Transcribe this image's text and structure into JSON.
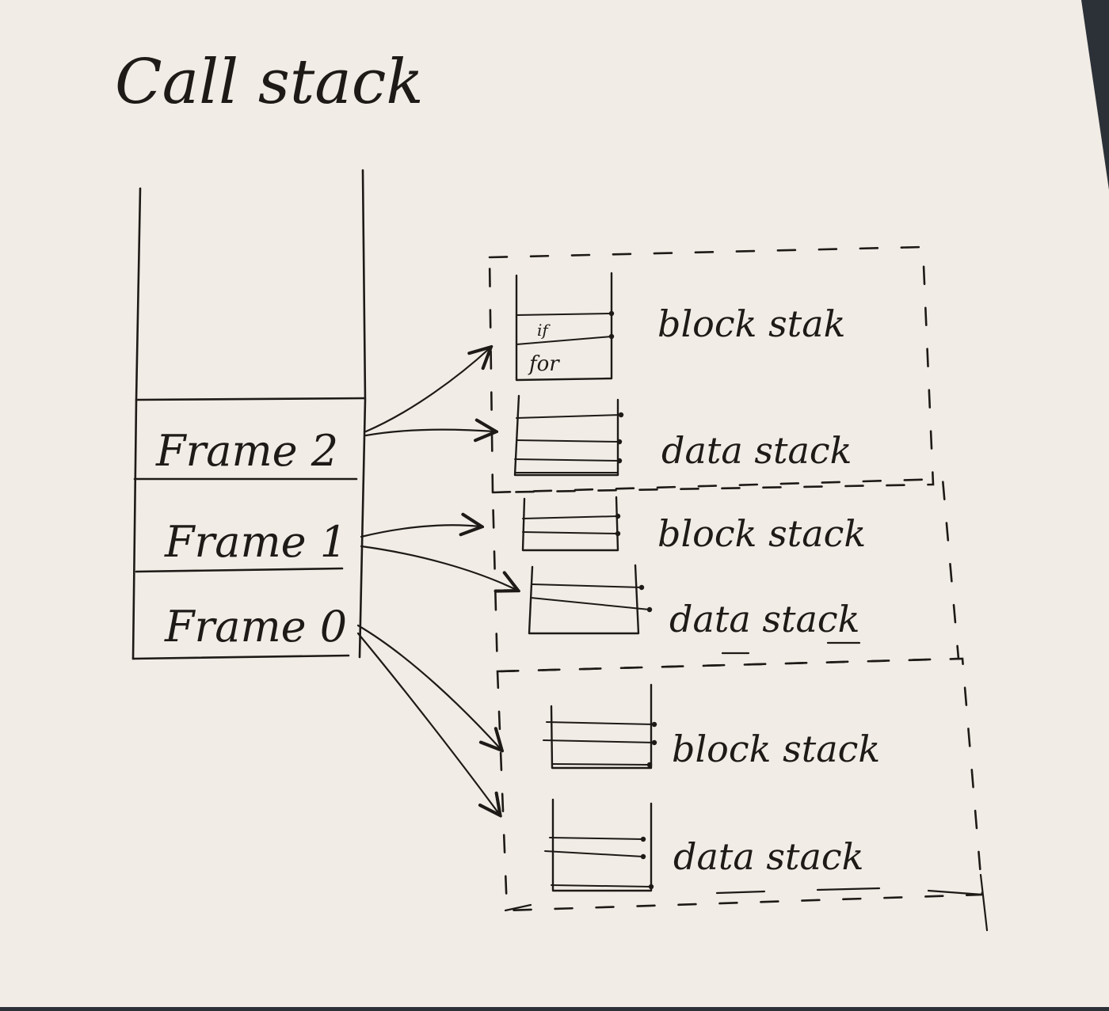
{
  "title": "Call stack",
  "call_stack": {
    "frames": [
      "Frame 2",
      "Frame 1",
      "Frame 0"
    ]
  },
  "groups": [
    {
      "block_label": "block stak",
      "data_label": "data stack",
      "block_entries": [
        "if",
        "for"
      ]
    },
    {
      "block_label": "block stack",
      "data_label": "data stack",
      "block_entries": []
    },
    {
      "block_label": "block stack",
      "data_label": "data stack",
      "block_entries": []
    }
  ],
  "colors": {
    "paper": "#f1ece5",
    "ink": "#1d1a17",
    "background": "#2c3138"
  }
}
